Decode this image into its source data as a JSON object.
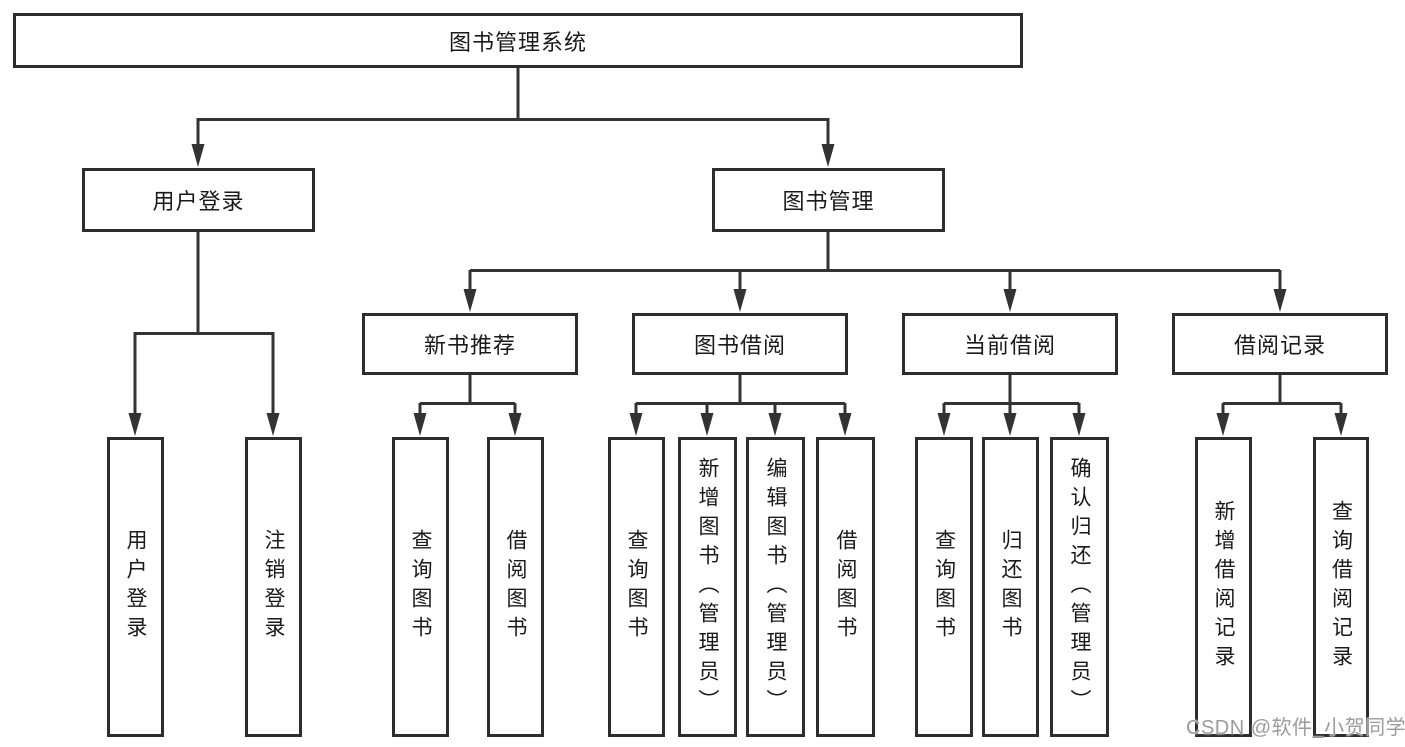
{
  "diagram": {
    "root": {
      "label": "图书管理系统"
    },
    "branches": [
      {
        "label": "用户登录",
        "children": [
          {
            "label": "用户登录"
          },
          {
            "label": "注销登录"
          }
        ]
      },
      {
        "label": "图书管理",
        "children": [
          {
            "label": "新书推荐",
            "children": [
              {
                "label": "查询图书"
              },
              {
                "label": "借阅图书"
              }
            ]
          },
          {
            "label": "图书借阅",
            "children": [
              {
                "label": "查询图书"
              },
              {
                "label": "新增图书（管理员）"
              },
              {
                "label": "编辑图书（管理员）"
              },
              {
                "label": "借阅图书"
              }
            ]
          },
          {
            "label": "当前借阅",
            "children": [
              {
                "label": "查询图书"
              },
              {
                "label": "归还图书"
              },
              {
                "label": "确认归还（管理员）"
              }
            ]
          },
          {
            "label": "借阅记录",
            "children": [
              {
                "label": "新增借阅记录"
              },
              {
                "label": "查询借阅记录"
              }
            ]
          }
        ]
      }
    ]
  },
  "watermark": {
    "text": "CSDN @软件_小贺同学"
  },
  "colors": {
    "line": "#333333",
    "box_border": "#2d2d2d",
    "text": "#1a1a1a",
    "watermark": "#9b9b9b",
    "background": "#ffffff"
  }
}
